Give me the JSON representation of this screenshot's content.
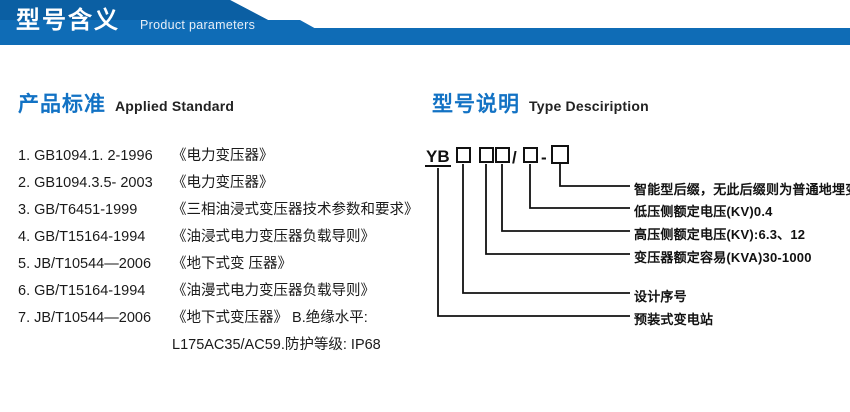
{
  "banner": {
    "title": "型号含义",
    "subtitle": "Product parameters",
    "bar_color": "#0f6cb6",
    "bar_color_dark": "#0b5fa3",
    "rule_color": "#0f6cb6"
  },
  "left_section": {
    "heading_cn": "产品标准",
    "heading_en": "Applied Standard",
    "accent_color": "#1272c4",
    "items": [
      {
        "index": "1.",
        "code": "GB1094.1. 2-1996",
        "name": "《电力变压器》"
      },
      {
        "index": "2.",
        "code": "GB1094.3.5- 2003",
        "name": "《电力变压器》"
      },
      {
        "index": "3.",
        "code": "GB/T6451-1999",
        "name": "《三相油浸式变压器技术参数和要求》"
      },
      {
        "index": "4.",
        "code": "GB/T15164-1994",
        "name": "《油浸式电力变压器负载导则》"
      },
      {
        "index": "5.",
        "code": "JB/T10544—2006",
        "name": "《地下式变 压器》"
      },
      {
        "index": "6.",
        "code": "GB/T15164-1994",
        "name": "《油漫式电力变压器负载导则》"
      },
      {
        "index": "7.",
        "code": "JB/T10544—2006",
        "name": "《地下式变压器》 B.绝缘水平:"
      }
    ],
    "continuation": "L175AC35/AC59.防护等级: IP68"
  },
  "right_section": {
    "heading_cn": "型号说明",
    "heading_en": "Type Desciription",
    "accent_color": "#1272c4",
    "model_code": {
      "prefix": "YB",
      "separator_slash": "/",
      "separator_dash": "-",
      "box_glyph": "□"
    },
    "callouts": [
      {
        "id": "intelligent-suffix",
        "text": "智能型后缀，无此后缀则为普通地埋变"
      },
      {
        "id": "lv-rated-voltage",
        "text": "低压侧额定电压(KV)0.4"
      },
      {
        "id": "hv-rated-voltage",
        "text": "高压侧额定电压(KV):6.3、12"
      },
      {
        "id": "rated-capacity",
        "text": "变压器额定容易(KVA)30-1000"
      },
      {
        "id": "design-serial-number",
        "text": "设计序号"
      },
      {
        "id": "prefab-substation",
        "text": "预装式变电站"
      }
    ]
  }
}
